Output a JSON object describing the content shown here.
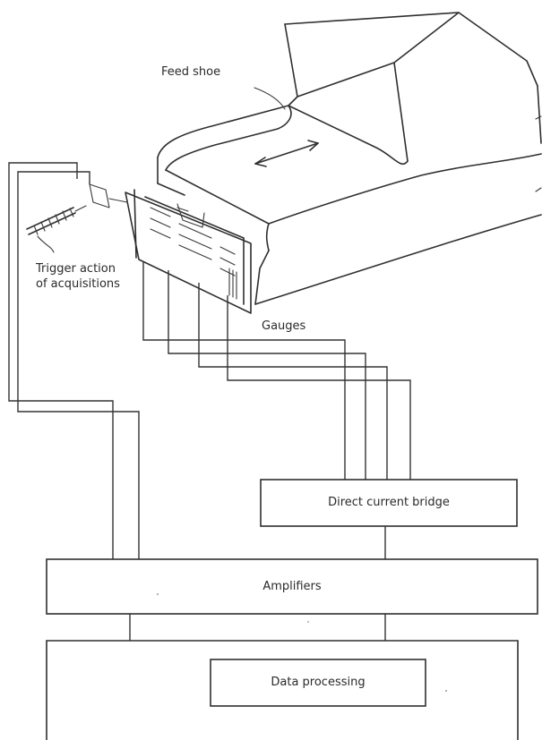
{
  "labels": {
    "feed_shoe": "Feed shoe",
    "trigger_line1": "Trigger action",
    "trigger_line2": "of acquisitions",
    "gauges": "Gauges",
    "dc_bridge": "Direct current bridge",
    "amplifiers": "Amplifiers",
    "data_processing": "Data processing"
  },
  "colors": {
    "ink": "#2f2f2f",
    "background": "#ffffff"
  }
}
